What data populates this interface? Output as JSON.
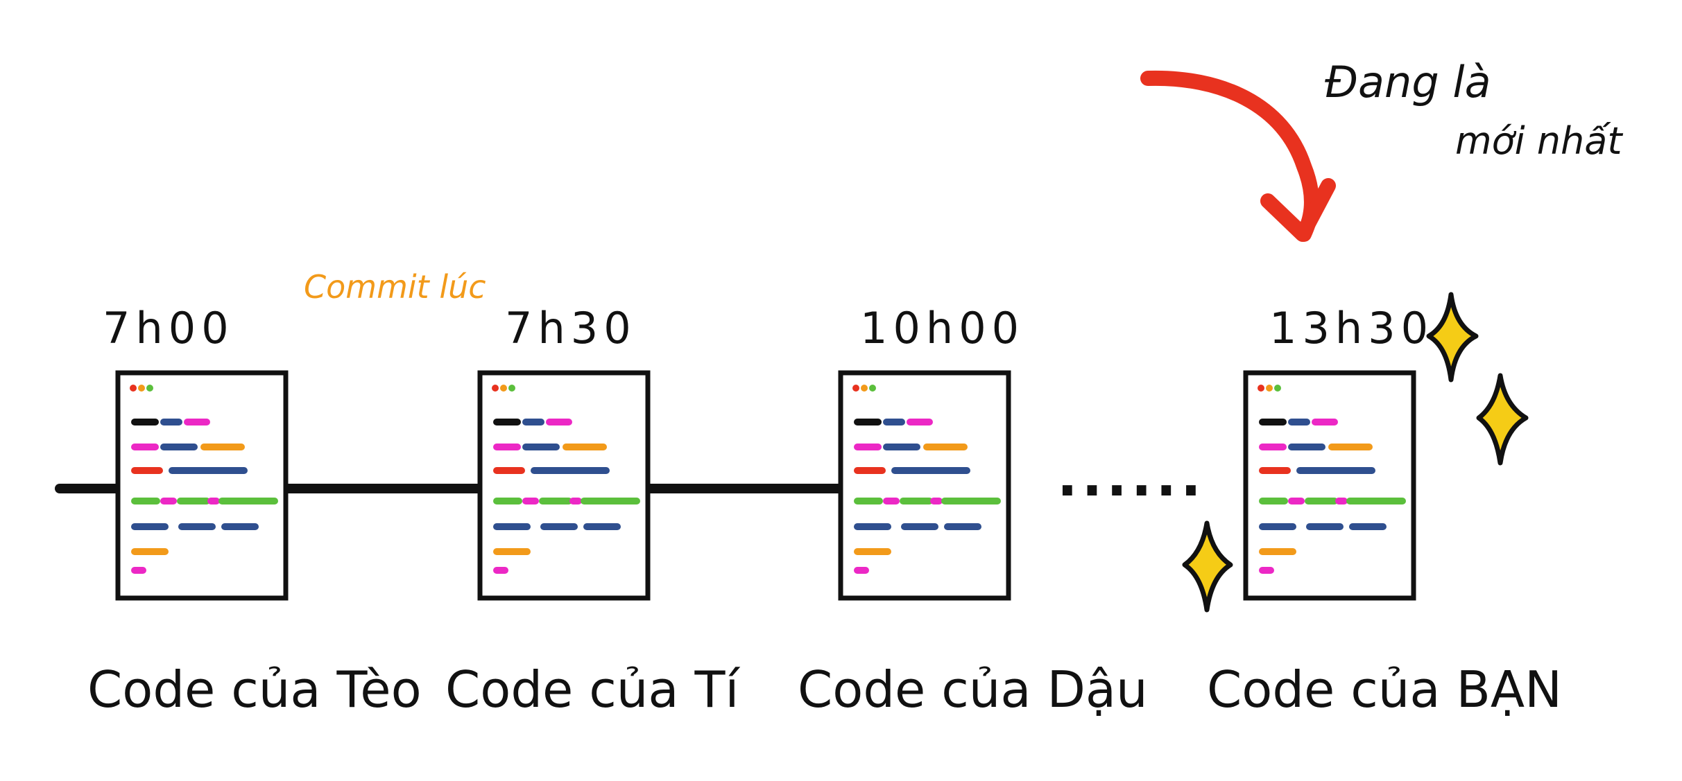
{
  "annotation": {
    "commit_label": "Commit lúc",
    "latest_note_line1": "Đang là",
    "latest_note_line2": "mới nhất"
  },
  "timeline": {
    "ellipsis": "......",
    "commits": [
      {
        "time": "7h00",
        "label": "Code của Tèo"
      },
      {
        "time": "7h30",
        "label": "Code của Tí"
      },
      {
        "time": "10h00",
        "label": "Code của Dậu"
      },
      {
        "time": "13h30",
        "label": "Code của BẠN"
      }
    ]
  },
  "colors": {
    "line": "#111111",
    "commit_label": "#f29a1a",
    "arrow": "#e8321f",
    "sparkle_fill": "#f5cc16",
    "code_colors": [
      "#111111",
      "#2f4f8f",
      "#ec28c5",
      "#f29a1a",
      "#e8321f",
      "#5bbf3c"
    ]
  }
}
